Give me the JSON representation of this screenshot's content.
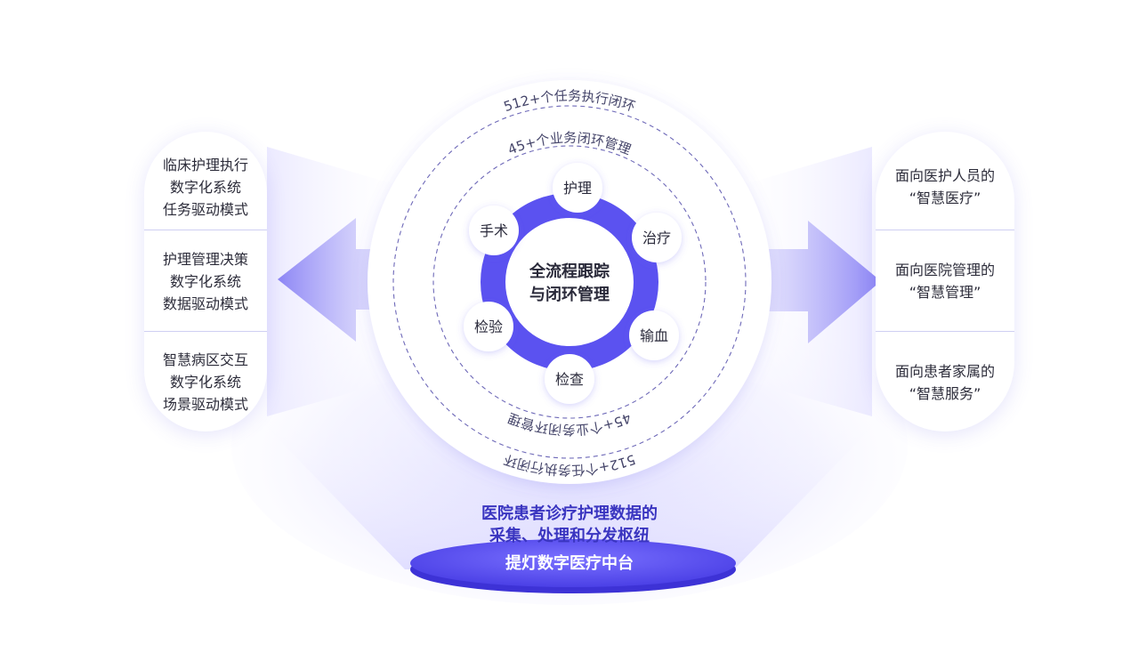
{
  "colors": {
    "accent": "#5b52f0",
    "accent_light": "#8f89f5",
    "ring_dash": "#6e69b8",
    "ring_text": "#45456a",
    "pill_divider": "#cfcff2",
    "bottom_title": "#3a35c0"
  },
  "ring_outer_label": "512+个任务执行闭环",
  "ring_inner_label": "45+个业务闭环管理",
  "hub": {
    "line1": "全流程跟踪",
    "line2": "与闭环管理"
  },
  "nodes": [
    "护理",
    "治疗",
    "输血",
    "检查",
    "检验",
    "手术"
  ],
  "left_panel": [
    [
      "临床护理执行",
      "数字化系统",
      "任务驱动模式"
    ],
    [
      "护理管理决策",
      "数字化系统",
      "数据驱动模式"
    ],
    [
      "智慧病区交互",
      "数字化系统",
      "场景驱动模式"
    ]
  ],
  "right_panel": [
    [
      "面向医护人员的",
      "“智慧医疗”"
    ],
    [
      "面向医院管理的",
      "“智慧管理”"
    ],
    [
      "面向患者家属的",
      "“智慧服务”"
    ]
  ],
  "bottom": {
    "line1": "医院患者诊疗护理数据的",
    "line2": "采集、处理和分发枢纽",
    "platform": "提灯数字医疗中台"
  }
}
